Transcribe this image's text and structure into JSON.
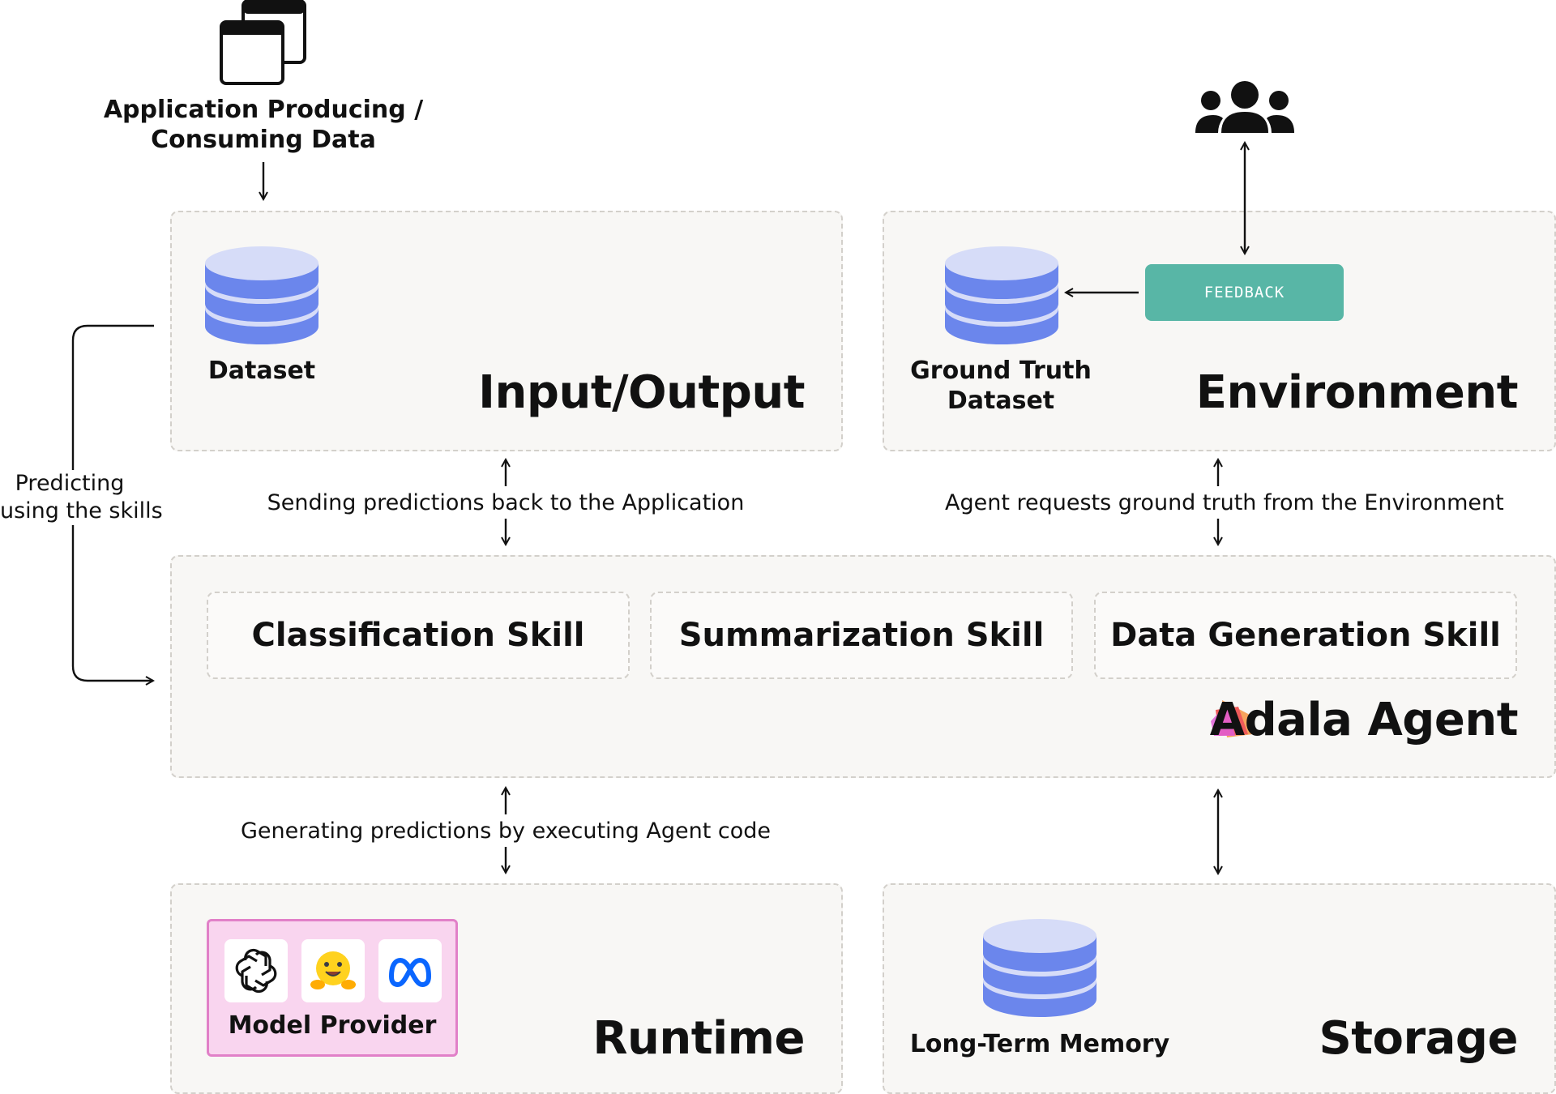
{
  "application": {
    "title_line1": "Application Producing /",
    "title_line2": "Consuming Data"
  },
  "panels": {
    "io": {
      "title": "Input/Output",
      "dataset_label": "Dataset"
    },
    "environment": {
      "title": "Environment",
      "gt_line1": "Ground Truth",
      "gt_line2": "Dataset",
      "feedback_label": "FEEDBACK"
    },
    "agent": {
      "title": "Adala Agent",
      "skills": [
        "Classification Skill",
        "Summarization Skill",
        "Data Generation Skill"
      ]
    },
    "runtime": {
      "title": "Runtime",
      "model_provider_label": "Model Provider"
    },
    "storage": {
      "title": "Storage",
      "memory_label": "Long-Term Memory"
    }
  },
  "connections": {
    "predicting_line1": "Predicting",
    "predicting_line2": "using the skills",
    "send_predictions": "Sending predictions back to the Application",
    "agent_requests": "Agent requests ground truth from the Environment",
    "generating": "Generating predictions by executing Agent code"
  },
  "colors": {
    "panel_bg": "#f8f7f5",
    "dashed_border": "#d3d0cb",
    "db_light": "#d6dcf8",
    "db_dark": "#6b86ec",
    "feedback": "#58b6a6",
    "model_provider_bg": "#f9d5ef",
    "model_provider_border": "#e180c8"
  },
  "icons": [
    "windows-icon",
    "users-icon",
    "database-icon",
    "openai-icon",
    "huggingface-icon",
    "meta-icon",
    "adala-logo-icon"
  ]
}
